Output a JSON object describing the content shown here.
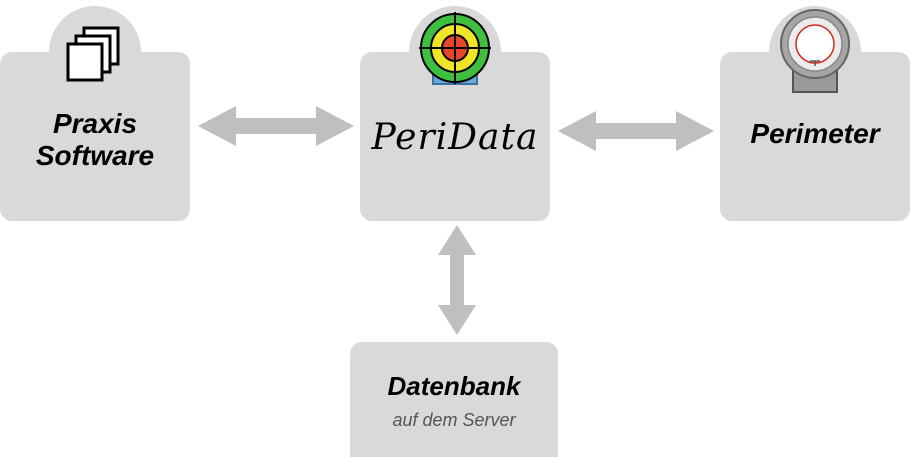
{
  "nodes": {
    "praxis": {
      "title_line1": "Praxis",
      "title_line2": "Software"
    },
    "peridata": {
      "title": "PeriData"
    },
    "perimeter": {
      "title": "Perimeter"
    },
    "datenbank": {
      "title": "Datenbank",
      "subtitle": "auf dem Server"
    }
  },
  "icons": {
    "praxis": "stacked-documents-icon",
    "peridata": "target-icon",
    "perimeter": "perimeter-device-icon"
  },
  "colors": {
    "box": "#d9d9d9",
    "arrow": "#bfbfbf",
    "text": "#000000",
    "subtext": "#555555"
  },
  "connections": [
    {
      "from": "Praxis Software",
      "to": "PeriData",
      "direction": "bidirectional"
    },
    {
      "from": "PeriData",
      "to": "Perimeter",
      "direction": "bidirectional"
    },
    {
      "from": "PeriData",
      "to": "Datenbank",
      "direction": "bidirectional"
    }
  ]
}
